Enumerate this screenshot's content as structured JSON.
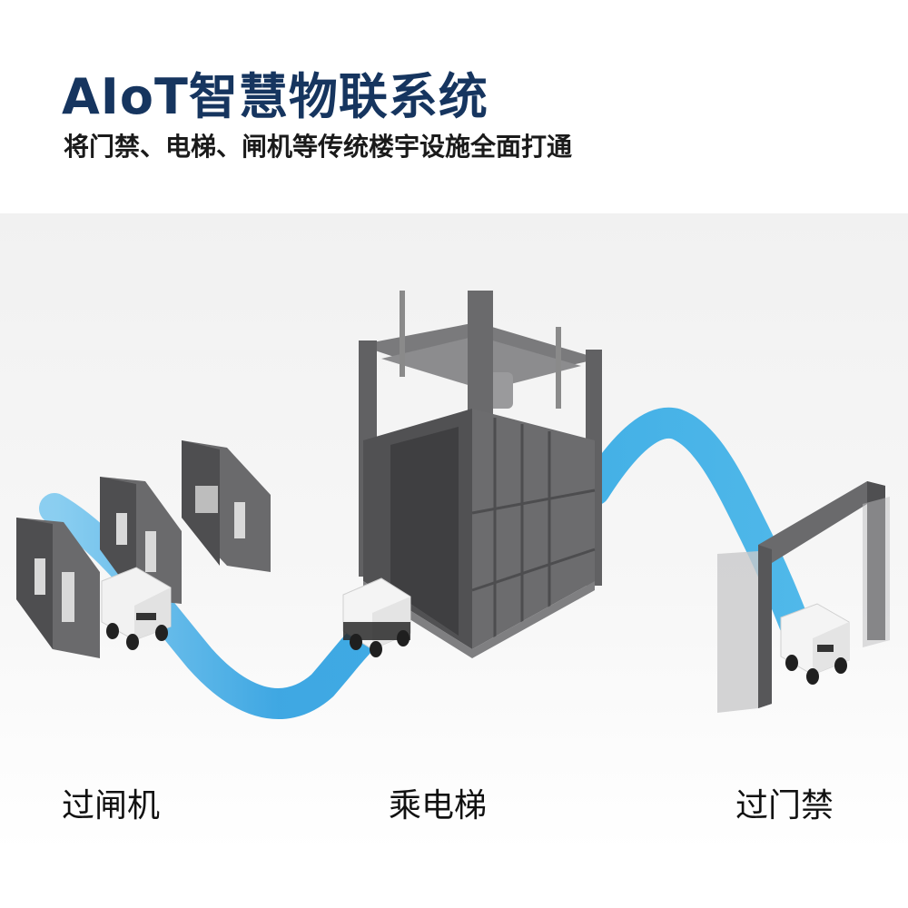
{
  "header": {
    "title": "AIoT智慧物联系统",
    "subtitle": "将门禁、电梯、闸机等传统楼宇设施全面打通"
  },
  "stages": [
    {
      "label": "过闸机",
      "icon": "turnstile-gate-icon"
    },
    {
      "label": "乘电梯",
      "icon": "elevator-icon"
    },
    {
      "label": "过门禁",
      "icon": "access-door-icon"
    }
  ],
  "colors": {
    "title": "#16355f",
    "path": "#29a3e0",
    "structure": "#5d5d5f",
    "robot_body": "#f4f4f4",
    "robot_base": "#2a2a2a"
  }
}
